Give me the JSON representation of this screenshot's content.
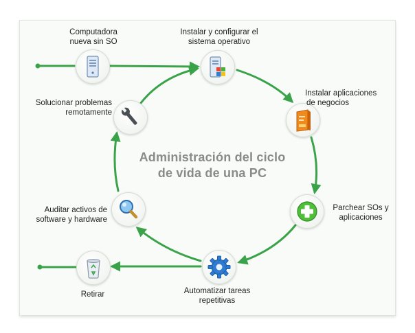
{
  "title": {
    "line1": "Administración del ciclo",
    "line2": "de vida de una PC"
  },
  "nodes": [
    {
      "id": "new-pc",
      "icon": "server-tower-icon",
      "line1": "Computadora",
      "line2": "nueva sin SO"
    },
    {
      "id": "install-os",
      "icon": "server-windows-icon",
      "line1": "Instalar y configurar el",
      "line2": "sistema operativo"
    },
    {
      "id": "install-apps",
      "icon": "software-box-icon",
      "line1": "Instalar aplicaciones",
      "line2": "de negocios"
    },
    {
      "id": "patch",
      "icon": "plus-circle-icon",
      "line1": "Parchear SOs y",
      "line2": "aplicaciones"
    },
    {
      "id": "automate",
      "icon": "gear-icon",
      "line1": "Automatizar tareas",
      "line2": "repetitivas"
    },
    {
      "id": "audit",
      "icon": "magnifier-icon",
      "line1": "Auditar activos de",
      "line2": "software y hardware"
    },
    {
      "id": "troubleshoot",
      "icon": "wrench-icon",
      "line1": "Solucionar problemas",
      "line2": "remotamente"
    },
    {
      "id": "retire",
      "icon": "recycle-bin-icon",
      "line1": "Retirar",
      "line2": ""
    }
  ],
  "colors": {
    "arrow": "#3aa34a",
    "title": "#8a8a8a",
    "panel": "#f8fbf7"
  }
}
